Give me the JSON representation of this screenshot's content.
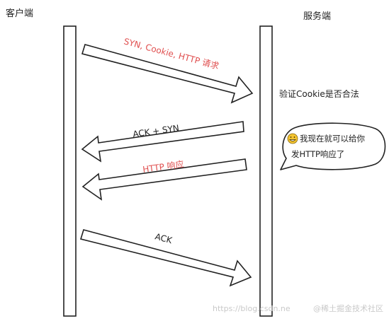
{
  "parties": {
    "client": "客户端",
    "server": "服务端"
  },
  "messages": [
    {
      "text": "SYN, Cookie, HTTP 请求",
      "color": "#e05050",
      "direction": "client-to-server"
    },
    {
      "text": "ACK + SYN",
      "color": "#222222",
      "direction": "server-to-client"
    },
    {
      "text": "HTTP 响应",
      "color": "#e05050",
      "direction": "server-to-client"
    },
    {
      "text": "ACK",
      "color": "#222222",
      "direction": "client-to-server"
    }
  ],
  "server_note": "验证Cookie是否合法",
  "speech_bubble": {
    "line1": "我现在就可以给你",
    "line2": "发HTTP响应了",
    "icon": "grinning-face-icon"
  },
  "watermark": {
    "url": "https://blog.csdn.ne",
    "site": "@稀土掘金技术社区"
  },
  "colors": {
    "line": "#222222",
    "accent_red": "#e05050",
    "emoji": "#f4c430"
  }
}
